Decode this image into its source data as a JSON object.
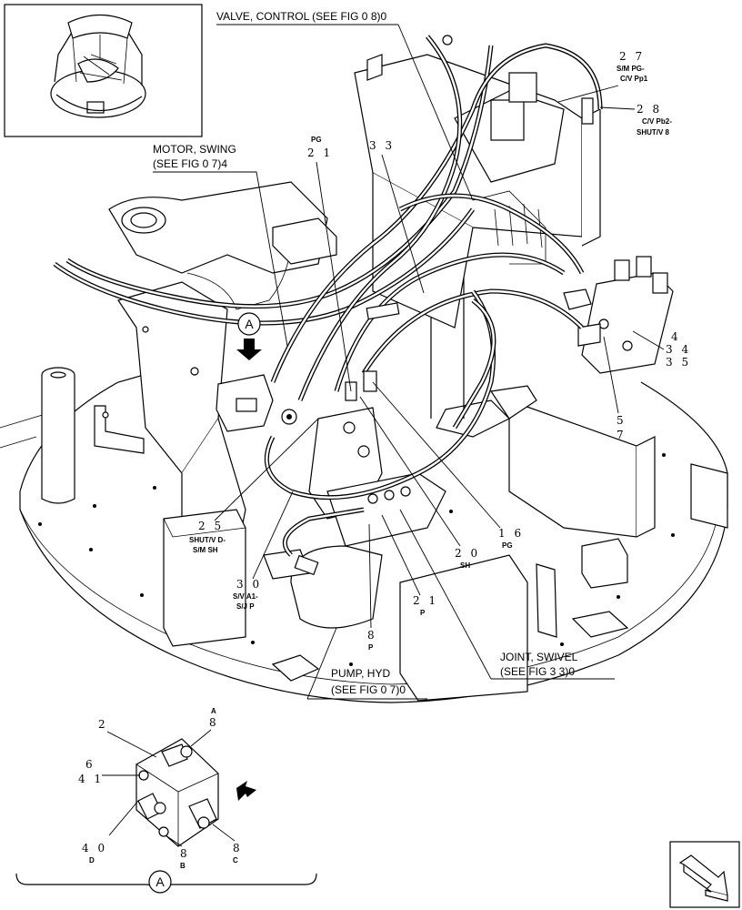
{
  "labels": {
    "valve": "VALVE, CONTROL (SEE FIG 0 8)0",
    "motor_line1": "MOTOR, SWING",
    "motor_line2": "(SEE FIG 0 7)4",
    "pump_line1": "PUMP, HYD",
    "pump_line2": "(SEE FIG 0 7)0",
    "joint_line1": "JOINT, SWIVEL",
    "joint_line2": "(SEE FIG 3 3)0"
  },
  "callouts": {
    "n27": "2 7",
    "n27_sub1": "S/M PG-",
    "n27_sub2": "C/V Pp1",
    "n28": "2 8",
    "n28_sub1": "C/V Pb2-",
    "n28_sub2": "SHUT/V 8",
    "pg_top": "PG",
    "n21_top": "2 1",
    "n33": "3 3",
    "n4": "4",
    "n34": "3 4",
    "n35": "3 5",
    "n5": "5",
    "n7": "7",
    "n16": "1 6",
    "n16_sub": "PG",
    "n20": "2 0",
    "n20_sub": "SH",
    "n25": "2 5",
    "n25_sub1": "SHUT/V D-",
    "n25_sub2": "S/M SH",
    "n30": "3 0",
    "n30_sub1": "S/V A1-",
    "n30_sub2": "S/J P",
    "n21_mid": "2 1",
    "n21_mid_sub": "P",
    "n8_mid": "8",
    "n8_mid_sub": "P",
    "view_a": "A"
  },
  "detail": {
    "n2": "2",
    "n6": "6",
    "n41": "4 1",
    "n40": "4 0",
    "n40_sub": "D",
    "n8a": "8",
    "n8a_sub": "A",
    "n8b": "8",
    "n8b_sub": "B",
    "n8c": "8",
    "n8c_sub": "C",
    "view_a": "A"
  }
}
